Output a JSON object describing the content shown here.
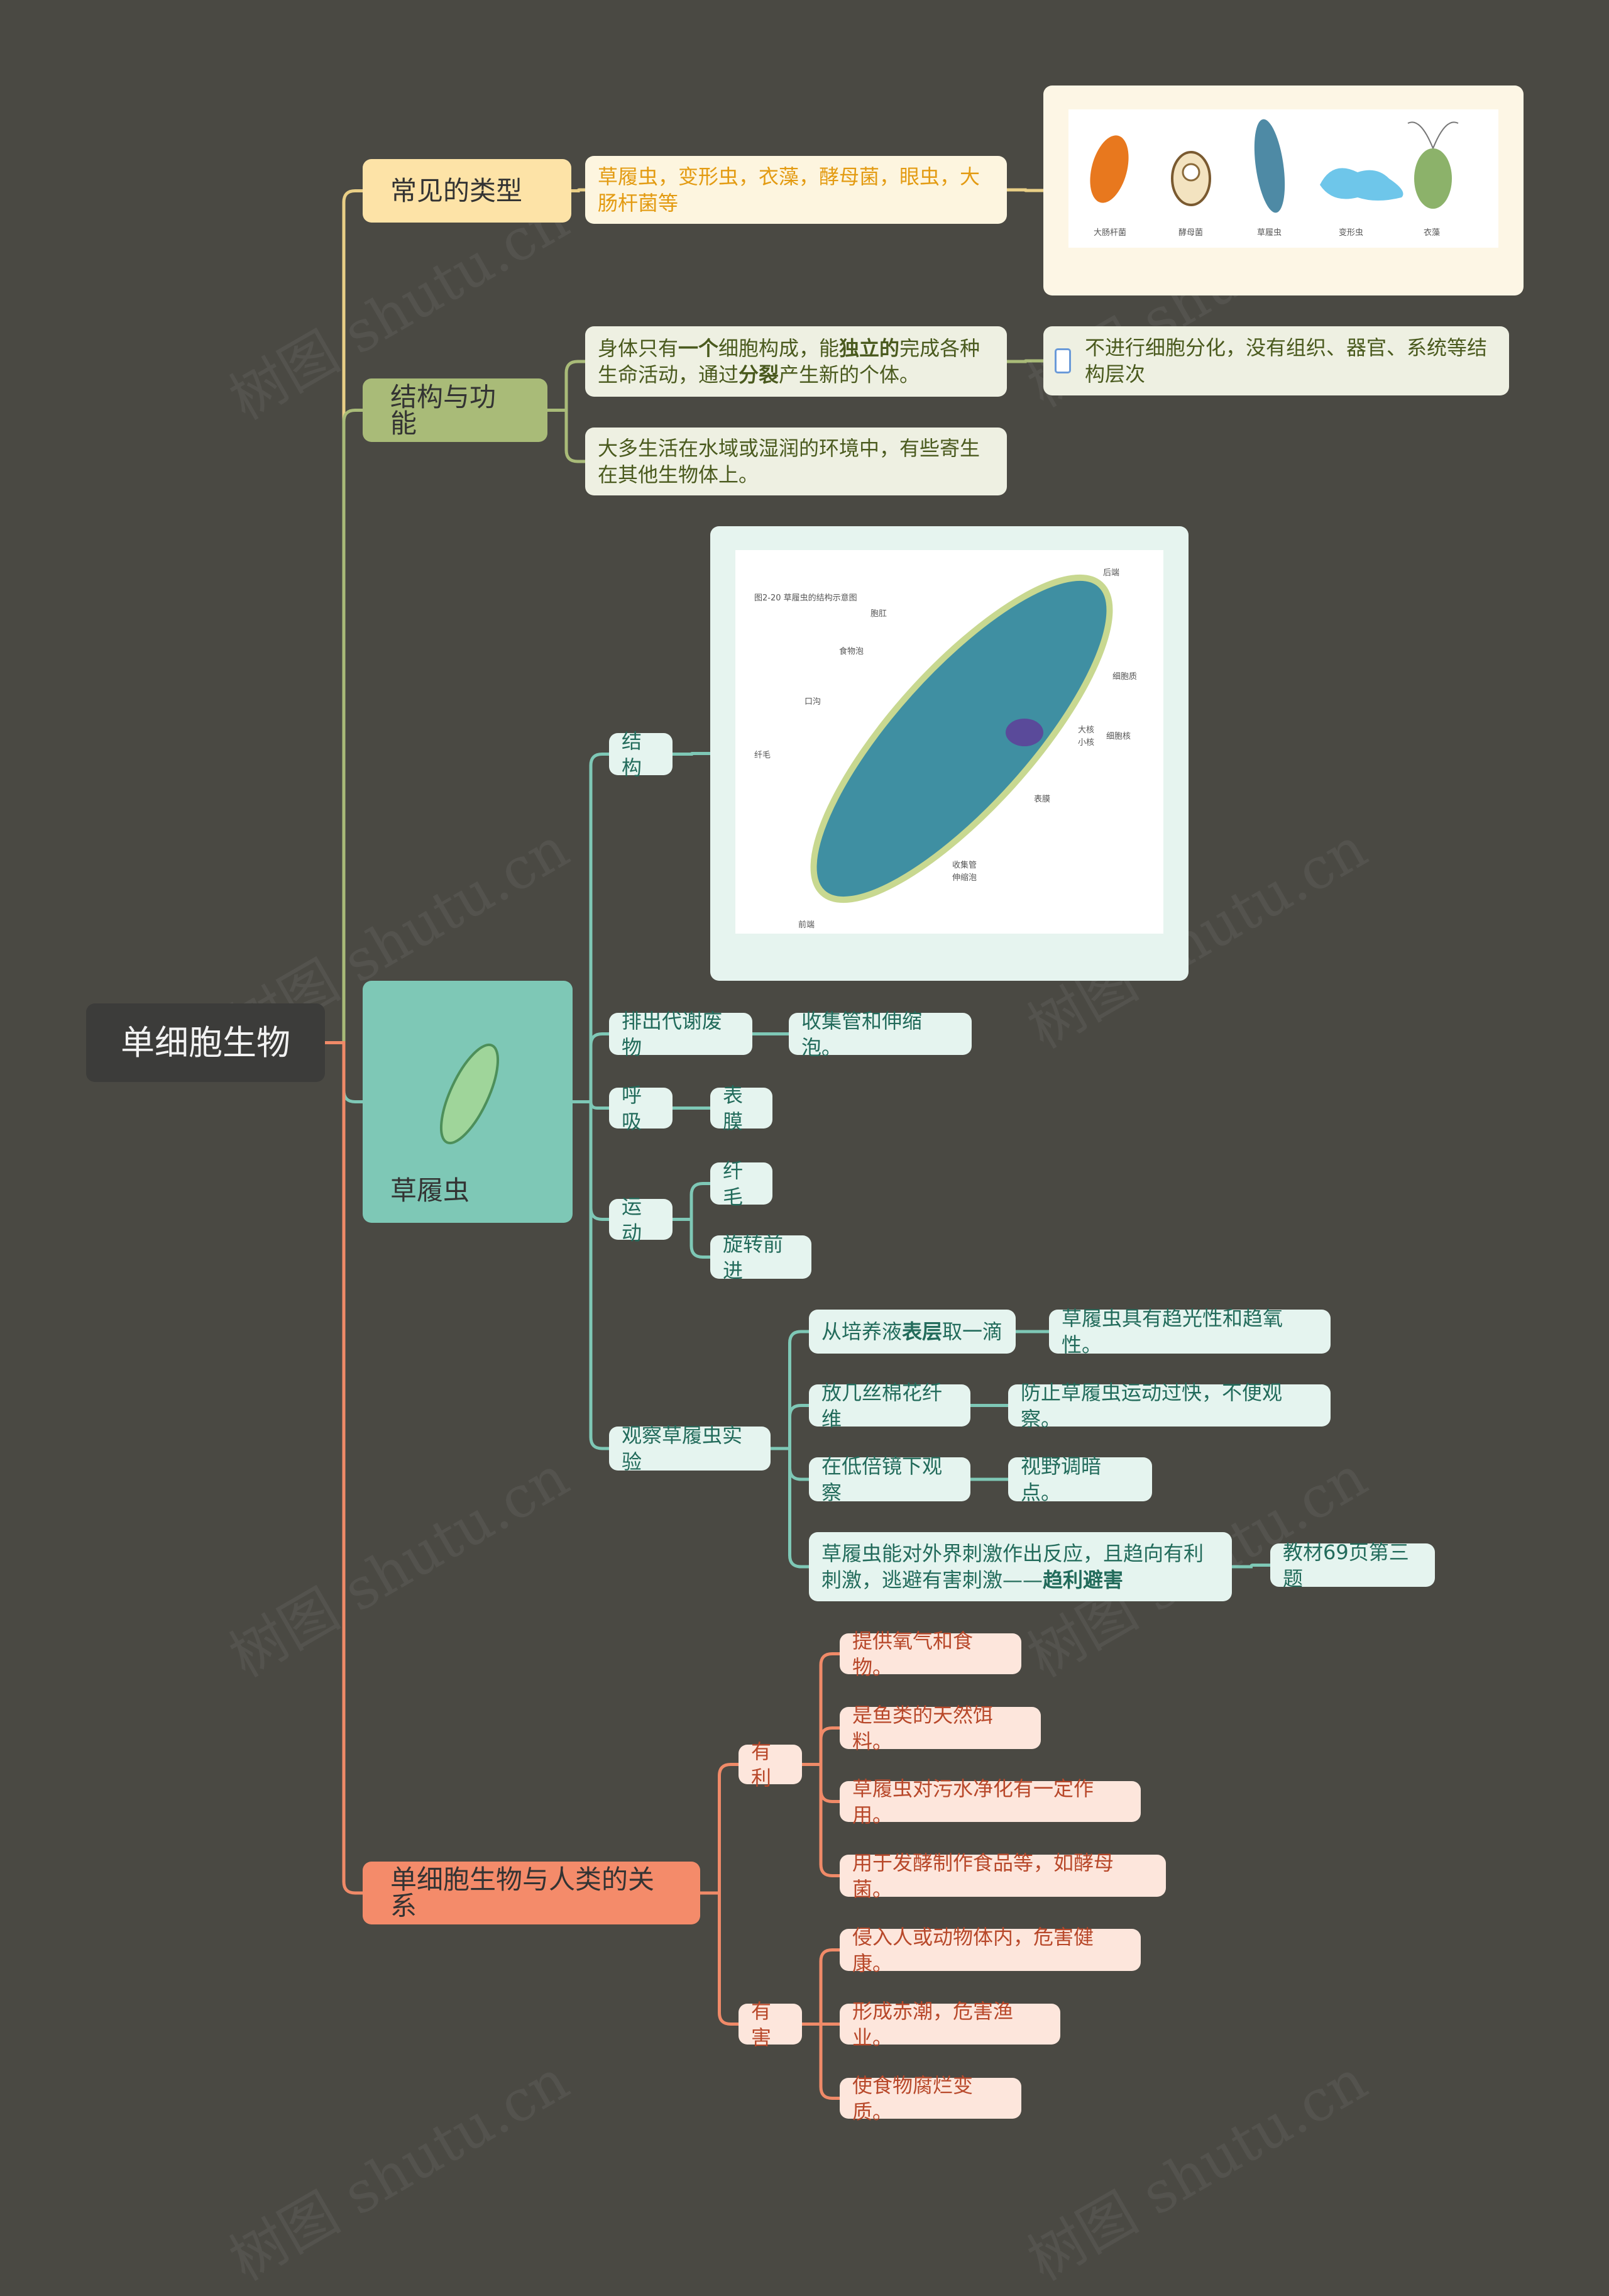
{
  "root": "单细胞生物",
  "types": {
    "title": "常见的类型",
    "text": "草履虫，变形虫，衣藻，酵母菌，眼虫，大肠杆菌等",
    "image_labels": [
      "大肠杆菌",
      "酵母菌",
      "草履虫",
      "变形虫",
      "衣藻"
    ]
  },
  "structure": {
    "title": "结构与功能",
    "item1": {
      "a": "身体只有",
      "b1": "一个",
      "c": "细胞构成，能",
      "b2": "独立的",
      "d": "完成各种生命活动，通过",
      "b3": "分裂",
      "e": "产生新的个体。"
    },
    "item2": "大多生活在水域或湿润的环境中，有些寄生在其他生物体上。",
    "note": "不进行细胞分化，没有组织、器官、系统等结构层次"
  },
  "paramecium": {
    "title": "草履虫",
    "structure": "结构",
    "diagram_caption": "图2-20 草履虫的结构示意图",
    "diagram_labels": [
      "后端",
      "胞肛",
      "食物泡",
      "口沟",
      "纤毛",
      "表膜",
      "细胞质",
      "大核",
      "小核",
      "细胞核",
      "收集管",
      "伸缩泡",
      "前端"
    ],
    "excretion": {
      "label": "排出代谢废物",
      "value": "收集管和伸缩泡。"
    },
    "respiration": {
      "label": "呼吸",
      "value": "表膜"
    },
    "movement": {
      "label": "运动",
      "values": [
        "纤毛",
        "旋转前进"
      ]
    },
    "experiment": {
      "label": "观察草履虫实验",
      "steps": [
        {
          "a": "从培养液",
          "b": "表层",
          "c": "取一滴",
          "result": "草履虫具有趋光性和趋氧性。"
        },
        {
          "a": "放几丝棉花纤维",
          "result": "防止草履虫运动过快，不便观察。"
        },
        {
          "a": "在低倍镜下观察",
          "result": "视野调暗点。"
        },
        {
          "a": "草履虫能对外界刺激作出反应，且趋向有利刺激，逃避有害刺激——",
          "b": "趋利避害",
          "result": "教材69页第三题"
        }
      ]
    }
  },
  "relation": {
    "title": "单细胞生物与人类的关系",
    "benefit": {
      "label": "有利",
      "items": [
        "提供氧气和食物。",
        "是鱼类的天然饵料。",
        "草履虫对污水净化有一定作用。",
        "用于发酵制作食品等，如酵母菌。"
      ]
    },
    "harm": {
      "label": "有害",
      "items": [
        "侵入人或动物体内，危害健康。",
        "形成赤潮，危害渔业。",
        "使食物腐烂变质。"
      ]
    }
  },
  "watermark": "树图 shutu.cn",
  "colors": {
    "types": "#e9cf86",
    "structure": "#a9bb78",
    "paramecium": "#7ec8b6",
    "relation": "#f08a68"
  }
}
